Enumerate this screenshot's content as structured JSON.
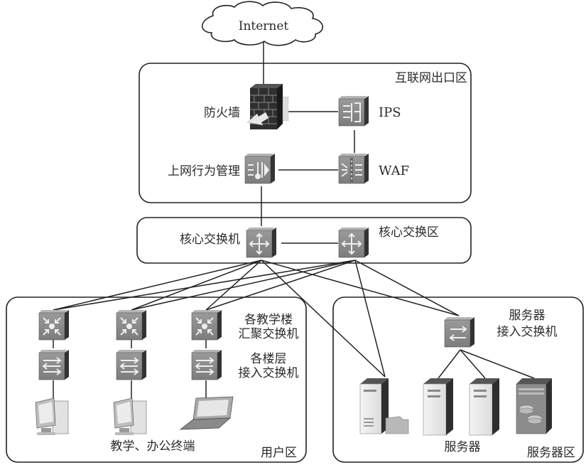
{
  "internet": {
    "label": "Internet"
  },
  "zones": {
    "internet_egress": "互联网出口区",
    "core": "核心交换区",
    "user": "用户区",
    "server": "服务器区"
  },
  "devices": {
    "firewall": {
      "label": "防火墙",
      "icon": "firewall-icon"
    },
    "ips": {
      "label": "IPS",
      "icon": "ips-icon"
    },
    "waf": {
      "label": "WAF",
      "icon": "waf-icon"
    },
    "behavior_mgmt": {
      "label": "上网行为管理",
      "icon": "behavior-management-icon"
    },
    "core_switch": {
      "label": "核心交换机",
      "icon": "core-switch-icon"
    },
    "aggregation_switch": {
      "label_line1": "各教学楼",
      "label_line2": "汇聚交换机",
      "icon": "aggregation-switch-icon"
    },
    "access_switch": {
      "label_line1": "各楼层",
      "label_line2": "接入交换机",
      "icon": "access-switch-icon"
    },
    "server_access_switch": {
      "label_line1": "服务器",
      "label_line2": "接入交换机",
      "icon": "access-switch-icon"
    },
    "terminals": {
      "label": "教学、办公终端"
    },
    "servers": {
      "label": "服务器"
    }
  },
  "colors": {
    "device_face": "#8a8a8a",
    "device_side": "#3a3a3a",
    "device_top": "#b0b0b0",
    "line": "#222222"
  }
}
